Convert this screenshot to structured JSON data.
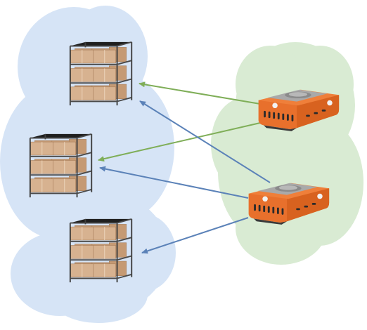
{
  "colors": {
    "background": "#ffffff",
    "storage_cloud": "#d6e4f6",
    "robot_cloud": "#d9ebd3",
    "arrow_green": "#7fae58",
    "arrow_blue": "#5b82b8",
    "robot_body": "#e8702c",
    "robot_dark": "#c9561c",
    "robot_top": "#9a9a9a",
    "shelf_frame": "#3f3f3f",
    "box": "#cba37f"
  },
  "groups": {
    "storage": {
      "icon": "storage-shelf-icon",
      "count": 3
    },
    "robots": {
      "icon": "drive-robot-icon",
      "count": 2
    }
  },
  "connections": [
    {
      "from": "robot-1",
      "to": "shelf-1",
      "color": "green"
    },
    {
      "from": "robot-1",
      "to": "shelf-2",
      "color": "green"
    },
    {
      "from": "robot-2",
      "to": "shelf-1",
      "color": "blue"
    },
    {
      "from": "robot-2",
      "to": "shelf-2",
      "color": "blue"
    },
    {
      "from": "robot-2",
      "to": "shelf-3",
      "color": "blue"
    }
  ]
}
